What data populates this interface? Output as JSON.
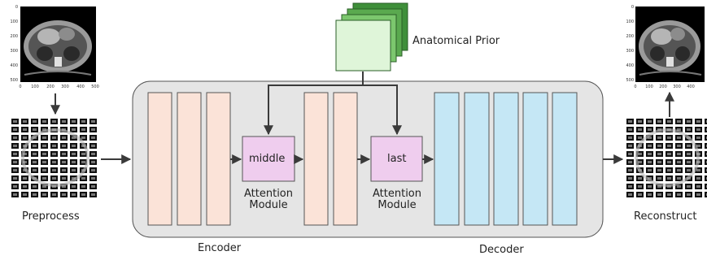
{
  "labels": {
    "anatomical_prior": "Anatomical Prior",
    "preprocess": "Preprocess",
    "reconstruct": "Reconstruct",
    "encoder": "Encoder",
    "decoder": "Decoder",
    "middle": "middle",
    "last": "last",
    "attention_line1": "Attention",
    "attention_line2": "Module"
  },
  "ct_axes": {
    "y_ticks": [
      "0",
      "100",
      "200",
      "300",
      "400",
      "500"
    ],
    "x_ticks": [
      "0",
      "100",
      "200",
      "300",
      "400",
      "500"
    ]
  },
  "colors": {
    "encoder_block": "#fbe3d8",
    "decoder_block": "#c5e7f5",
    "attention_block": "#efcdee",
    "panel": "#e5e5e5",
    "prior_dark": "#3f8f3a",
    "prior_mid": "#7cc76e",
    "prior_light": "#dff5d9",
    "arrow": "#3a3a3a"
  }
}
